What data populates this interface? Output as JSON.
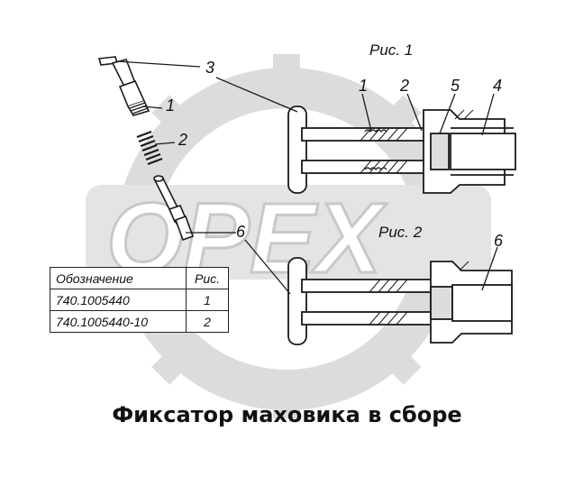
{
  "figures": {
    "fig1_label": "Рис. 1",
    "fig2_label": "Рис. 2"
  },
  "callouts": {
    "c1_left": "1",
    "c2_left": "2",
    "c3": "3",
    "c6_left": "6",
    "c1_fig1": "1",
    "c2_fig1": "2",
    "c5_fig1": "5",
    "c4_fig1": "4",
    "c6_fig2": "6"
  },
  "table": {
    "headers": [
      "Обозначение",
      "Рис."
    ],
    "rows": [
      [
        "740.1005440",
        "1"
      ],
      [
        "740.1005440-10",
        "2"
      ]
    ]
  },
  "caption": "Фиксатор маховика в сборе",
  "watermark": "OPEX",
  "colors": {
    "line": "#1a1a1a",
    "watermark": "#d9d9d9"
  }
}
